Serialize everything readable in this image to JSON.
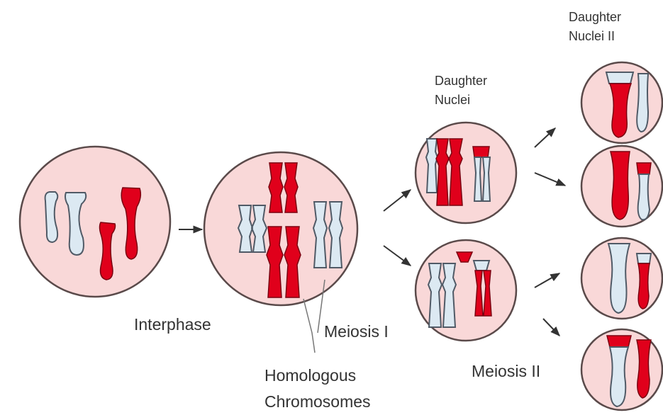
{
  "labels": {
    "interphase": "Interphase",
    "meiosis_1": "Meiosis I",
    "meiosis_2": "Meiosis II",
    "homologous_line1": "Homologous",
    "homologous_line2": "Chromosomes",
    "daughter_nuclei_line1": "Daughter",
    "daughter_nuclei_line2": "Nuclei",
    "daughter_nuclei_2_line1": "Daughter",
    "daughter_nuclei_2_line2": "Nuclei II"
  },
  "colors": {
    "cell_fill": "#f9d8d8",
    "cell_stroke": "#5a4a4a",
    "chromosome_red": "#e0001b",
    "chromosome_light": "#dce9f2",
    "chromosome_stroke": "#505a66",
    "arrow": "#333333"
  }
}
